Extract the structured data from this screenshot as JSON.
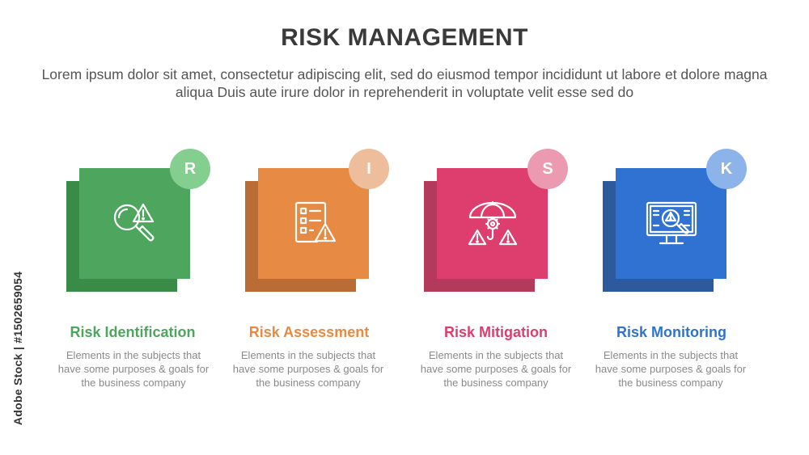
{
  "header": {
    "title": "RISK MANAGEMENT",
    "subtitle": "Lorem ipsum dolor sit amet, consectetur adipiscing elit, sed do eiusmod tempor incididunt ut labore et dolore magna aliqua Duis aute irure dolor in reprehenderit in voluptate velit esse sed do"
  },
  "watermark": {
    "vertical_text": "Adobe Stock | #1502659054"
  },
  "steps": [
    {
      "letter": "R",
      "title": "Risk Identification",
      "description": "Elements in the subjects that have  some purposes & goals for the  business company",
      "icon": "magnifier-warning-icon",
      "colors": {
        "front": "#4ea55e",
        "back": "#3a8a48",
        "bubble": "#84cf90",
        "title": "#4ea55e"
      }
    },
    {
      "letter": "I",
      "title": "Risk Assessment",
      "description": "Elements in the subjects that have  some purposes & goals for the  business company",
      "icon": "checklist-warning-icon",
      "colors": {
        "front": "#e68a44",
        "back": "#b96c36",
        "bubble": "#eebe9c",
        "title": "#e68a44"
      }
    },
    {
      "letter": "S",
      "title": "Risk Mitigation",
      "description": "Elements in the subjects that have  some purposes & goals for the  business company",
      "icon": "umbrella-gear-warning-icon",
      "colors": {
        "front": "#de3e6e",
        "back": "#b33a5a",
        "bubble": "#ec9ab2",
        "title": "#de3e6e"
      }
    },
    {
      "letter": "K",
      "title": "Risk Monitoring",
      "description": "Elements in the subjects that have  some purposes & goals for the  business company",
      "icon": "monitor-warning-icon",
      "colors": {
        "front": "#2f72d2",
        "back": "#2c5a9c",
        "bubble": "#8cb4ea",
        "title": "#2f72d2"
      }
    }
  ]
}
